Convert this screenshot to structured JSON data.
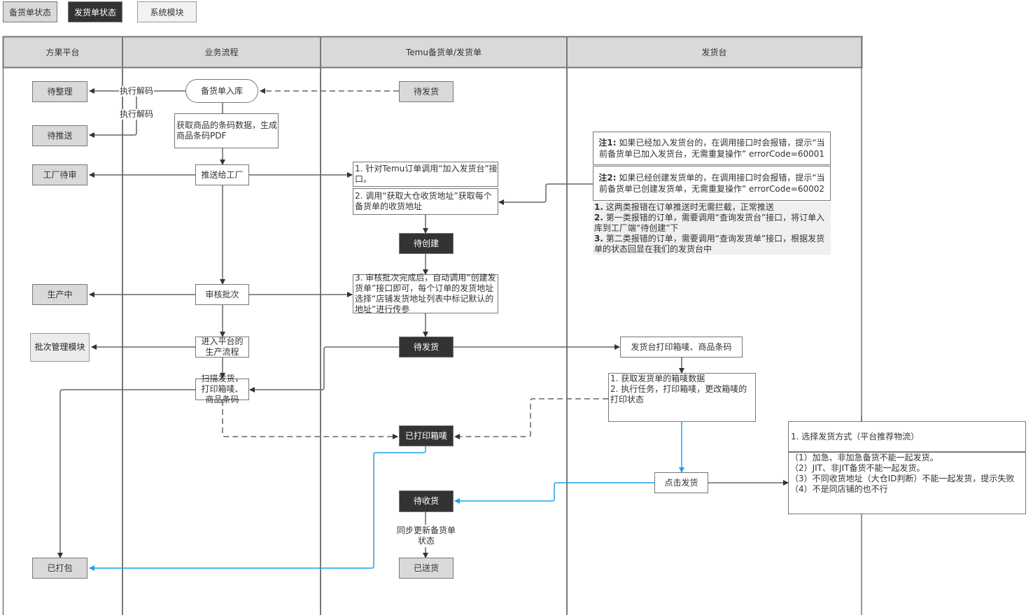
{
  "tabs": [
    {
      "label": "备货单状态",
      "state": "inactive"
    },
    {
      "label": "发货单状态",
      "state": "active"
    },
    {
      "label": "系统模块",
      "state": "inactive"
    }
  ],
  "lanes": [
    {
      "label": "方果平台"
    },
    {
      "label": "业务流程"
    },
    {
      "label": "Temu备货单/发货单"
    },
    {
      "label": "发货台"
    }
  ],
  "platform": {
    "dai_zheng_li": "待整理",
    "dai_tui_song": "待推送",
    "gong_chang_dai_shen": "工厂待审",
    "sheng_chan_zhong": "生产中",
    "pi_ci_guan_li": "批次管理模块",
    "yi_da_bao": "已打包"
  },
  "process": {
    "bei_huo_ru_ku": "备货单入库",
    "exec_decode_1": "执行解码",
    "exec_decode_2": "执行解码",
    "get_barcode": "获取商品的条码数据，生成商品条码PDF",
    "push_factory": "推送给工厂",
    "audit_batch": "审核批次",
    "enter_production": "进入平台的生产流程",
    "scan_ship": "扫描发货，打印箱唛、商品条码"
  },
  "temu": {
    "dai_fa_huo_top": "待发货",
    "step1": "1. 针对Temu订单调用“加入发货台”接口。",
    "step2": "2. 调用“获取大仓收货地址”获取每个备货单的收货地址",
    "dai_chuang_jian": "待创建",
    "step3": "3. 审核批次完成后，自动调用“创建发货单”接口即可，每个订单的发货地址选择“店铺发货地址列表中标记默认的地址”进行传参",
    "dai_fa_huo": "待发货",
    "yi_da_yin_xiang_mai": "已打印箱唛",
    "dai_shou_huo": "待收货",
    "sync_label": "同步更新备货单状态",
    "yi_song_huo": "已送货"
  },
  "shipping_desk": {
    "note1_title": "注1:",
    "note1_text": "如果已经加入发货台的，在调用接口时会报错，提示“当前备货单已加入发货台，无需重复操作” errorCode=60001",
    "note2_title": "注2:",
    "note2_text": "如果已经创建发货单的，在调用接口时会报错，提示“当前备货单已创建发货单，无需重复操作” errorCode=60002",
    "notes": [
      {
        "num": "1.",
        "text": "这两类报错在订单推送时无需拦截，正常推送"
      },
      {
        "num": "2.",
        "text": "第一类报错的订单，需要调用“查询发货台”接口，将订单入库到工厂端“待创建”下"
      },
      {
        "num": "3.",
        "text": "第二类报错的订单，需要调用“查询发货单”接口，根据发货单的状态回显在我们的发货台中"
      }
    ],
    "print_labels": "发货台打印箱唛、商品条码",
    "task_line1": "1. 获取发货单的箱唛数据",
    "task_line2": "2. 执行任务，打印箱唛，更改箱唛的打印状态",
    "click_ship": "点击发货",
    "method_title": "1. 选择发货方式（平台推荐物流）",
    "rules": [
      "（1）加急、非加急备货不能一起发货。",
      "（2）JIT、非JIT备货不能一起发货。",
      "（3）不同收货地址（大仓ID判断）不能一起发货，提示失败",
      "（4）不是同店铺的也不行"
    ]
  },
  "colors": {
    "lane_header": "#d9d9d9",
    "dark_node": "#333333",
    "gray_node": "#d9d9d9",
    "connector": "#666666",
    "highlight_connector": "#1aa3e8"
  }
}
